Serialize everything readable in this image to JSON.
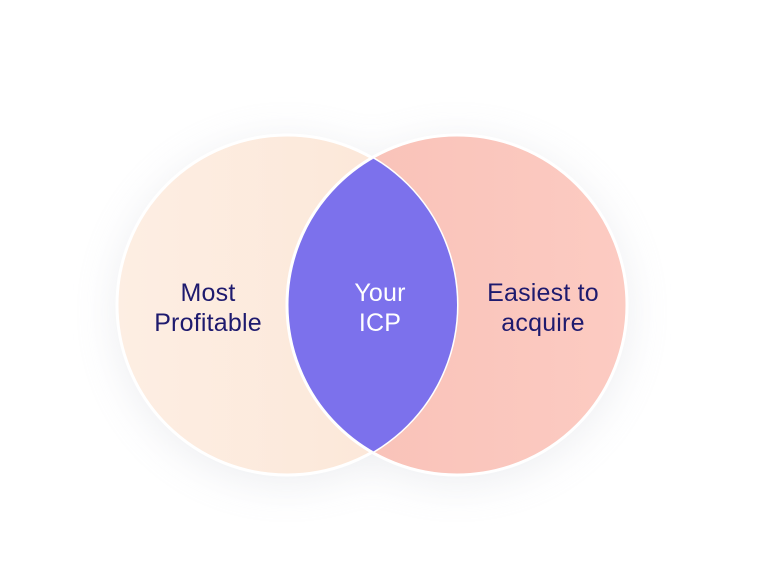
{
  "diagram": {
    "left_set": {
      "line1": "Most",
      "line2": "Profitable"
    },
    "intersection": {
      "line1": "Your",
      "line2": "ICP"
    },
    "right_set": {
      "line1": "Easiest to",
      "line2": "acquire"
    }
  },
  "colors": {
    "left_fill_start": "#FDEEE3",
    "left_fill_end": "#FCE6D6",
    "right_fill": "#FCCBC2",
    "intersection_fill": "#7C71EC",
    "circle_border": "#FFFFFF",
    "label_text": "#1E1A6E",
    "intersection_text": "#FFFFFF"
  }
}
